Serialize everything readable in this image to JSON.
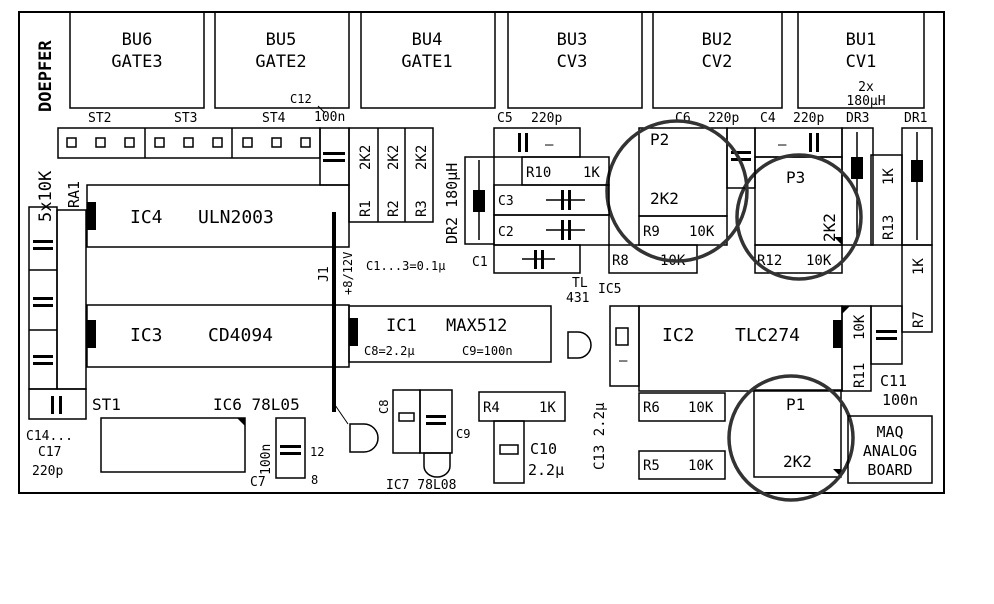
{
  "jacks": [
    {
      "ref": "BU6",
      "name": "GATE3"
    },
    {
      "ref": "BU5",
      "name": "GATE2"
    },
    {
      "ref": "BU4",
      "name": "GATE1"
    },
    {
      "ref": "BU3",
      "name": "CV3"
    },
    {
      "ref": "BU2",
      "name": "CV2"
    },
    {
      "ref": "BU1",
      "name": "CV1"
    }
  ],
  "vertical_titles": {
    "brand": "DOEPFER",
    "resnet": "5x10K",
    "ra": "RA1"
  },
  "headers": {
    "st2": "ST2",
    "st3": "ST3",
    "st4": "ST4",
    "st1": "ST1"
  },
  "ics": {
    "ic4": {
      "ref": "IC4",
      "part": "ULN2003"
    },
    "ic3": {
      "ref": "IC3",
      "part": "CD4094"
    },
    "ic1": {
      "ref": "IC1",
      "part": "MAX512"
    },
    "ic2": {
      "ref": "IC2",
      "part": "TLC274"
    },
    "ic6": "IC6 78L05",
    "ic7": "IC7 78L08",
    "ic5": "IC5",
    "tl": "TL",
    "tl_num": "431"
  },
  "caps": {
    "c12": "C12",
    "c12_val": "100n",
    "c5": "C5",
    "c5_val": "220p",
    "c6": "C6",
    "c6_val": "220p",
    "c4": "C4",
    "c4_val": "220p",
    "c3": "C3",
    "c2": "C2",
    "c1": "C1",
    "c1_3_note": "C1...3=0.1µ",
    "c8_note": "C8=2.2µ",
    "c9_note": "C9=100n",
    "c8": "C8",
    "c9": "C9",
    "c7": "C7",
    "c7_val": "100n",
    "c10": "C10",
    "c10_val": "2.2µ",
    "c13": "C13 2.2µ",
    "c11": "C11",
    "c11_val": "100n",
    "c14": "C14...",
    "c17": "C17",
    "c17_val": "220p",
    "pin12": "12",
    "pin8": "8"
  },
  "resistors": {
    "r1": "R1",
    "r2": "R2",
    "r3": "R3",
    "rval": "2K2",
    "r10": "R10",
    "r10_val": "1K",
    "r9": "R9",
    "r9_val": "10K",
    "r8": "R8",
    "r8_val": "10K",
    "r12": "R12",
    "r12_val": "10K",
    "r13": "R13",
    "r13_val": "1K",
    "r7": "R7",
    "r7_val": "1K",
    "r11": "R11",
    "r11_val": "10K",
    "r6": "R6",
    "r6_val": "10K",
    "r5": "R5",
    "r5_val": "10K",
    "r4": "R4",
    "r4_val": "1K"
  },
  "pots": {
    "p1": "P1",
    "p1_val": "2K2",
    "p2": "P2",
    "p2_val": "2K2",
    "p3": "P3",
    "p3_val": "2K2"
  },
  "inductors": {
    "dr1": "DR1",
    "dr2": "DR2 180µH",
    "dr3": "DR3",
    "dr_note_a": "2x",
    "dr_note_b": "180µH"
  },
  "connector": {
    "j1": "J1",
    "j1_label": "+8/12V"
  },
  "board_label": [
    "MAQ",
    "ANALOG",
    "BOARD"
  ],
  "marks": {
    "dash": "–",
    "bar": "||"
  }
}
